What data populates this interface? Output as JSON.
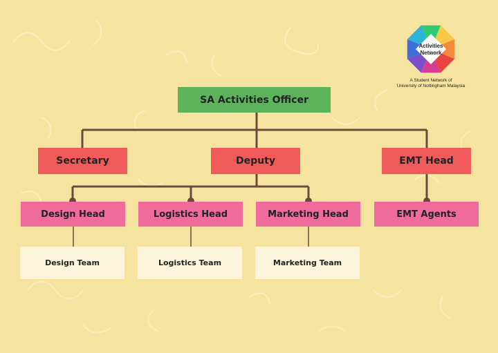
{
  "logo": {
    "text_line1": "Activities",
    "text_line2": "Network",
    "caption_line1": "A Student Network of",
    "caption_line2": "University of Nottingham Malaysia",
    "segment_colors": [
      "#2ecc71",
      "#f7c948",
      "#f58b3d",
      "#e8433f",
      "#d63c8f",
      "#7b4fc9",
      "#3f6fd8",
      "#2bb3d8"
    ]
  },
  "chart": {
    "top": "SA Activities Officer",
    "secretary": "Secretary",
    "deputy": "Deputy",
    "emt_head": "EMT Head",
    "design_head": "Design Head",
    "logistics_head": "Logistics Head",
    "marketing_head": "Marketing Head",
    "emt_agents": "EMT Agents",
    "design_team": "Design Team",
    "logistics_team": "Logistics Team",
    "marketing_team": "Marketing Team"
  },
  "colors": {
    "background": "#f6e39f",
    "top_box": "#5db35c",
    "level2_box": "#f15a5a",
    "level3_box": "#ee6b9c",
    "team_box": "#fdf4dc",
    "connector": "#6b4a3a"
  }
}
